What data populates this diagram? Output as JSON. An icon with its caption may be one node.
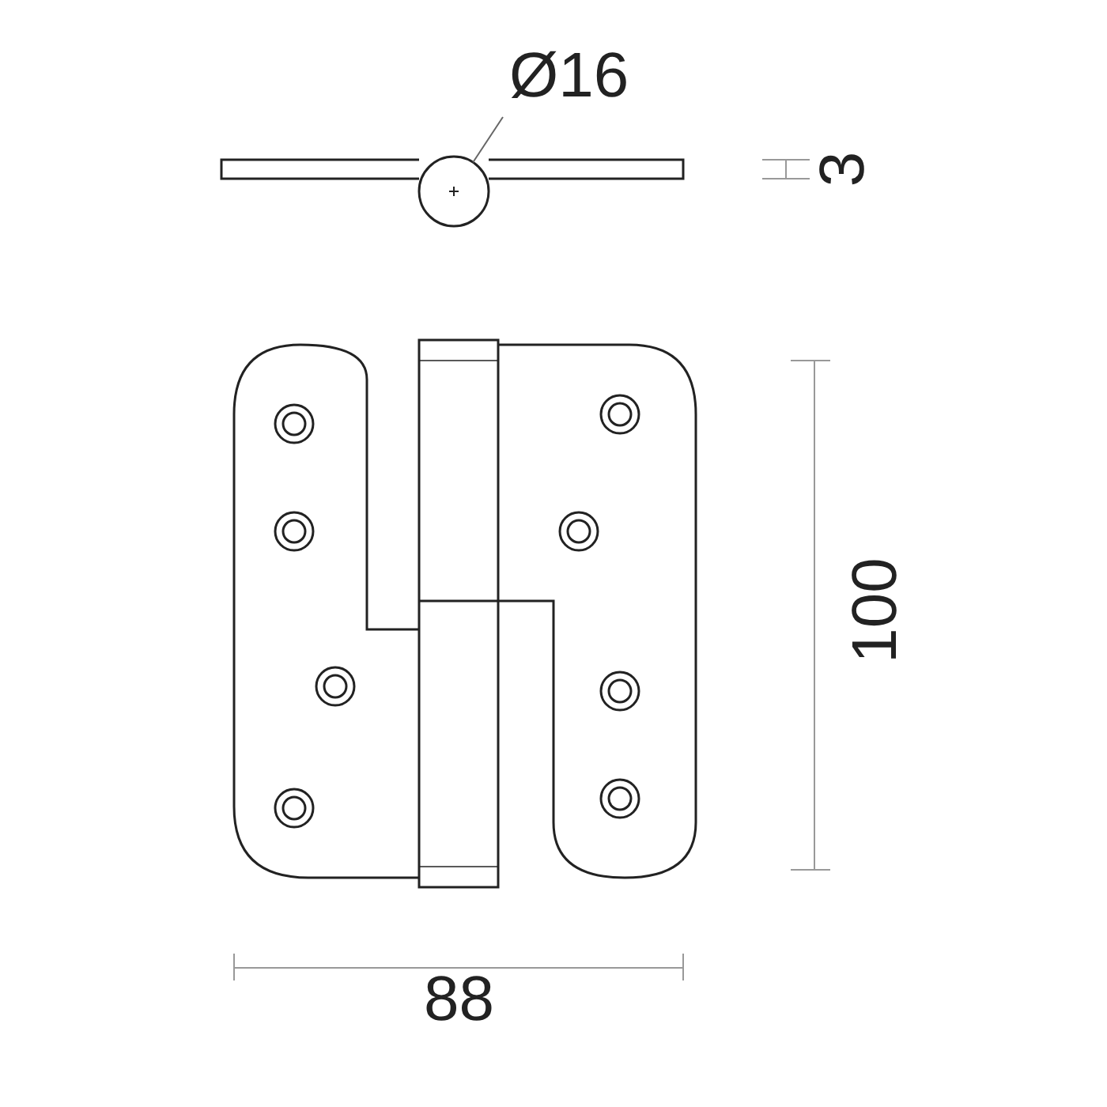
{
  "diagram": {
    "nodes": [
      {
        "text": [
          "Ø16"
        ]
      },
      {
        "text": [],
        "shape": "circle"
      }
    ],
    "edges": [
      {
        "from": 0,
        "to": 1,
        "arrow": "none"
      }
    ],
    "labels": [
      "3",
      "100",
      "88"
    ]
  }
}
